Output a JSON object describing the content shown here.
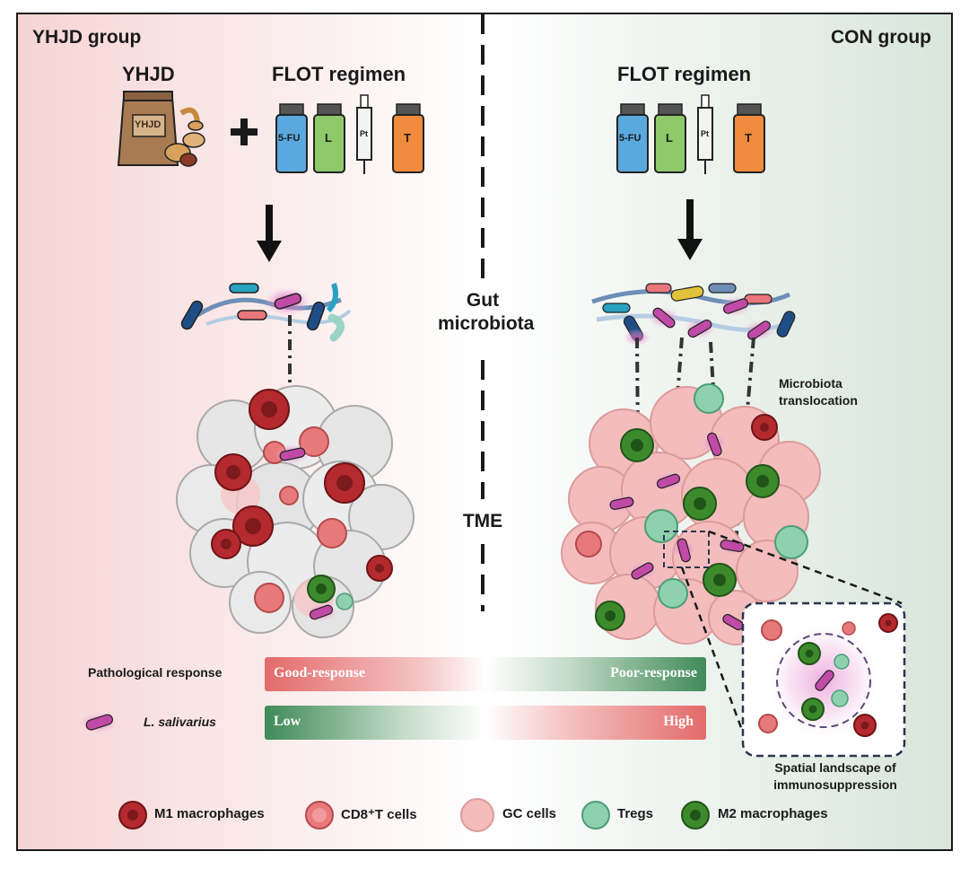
{
  "left_panel": {
    "title": "YHJD group",
    "herbal_label": "YHJD",
    "bag_label": "YHJD",
    "regimen_label": "FLOT regimen"
  },
  "right_panel": {
    "title": "CON group",
    "regimen_label": "FLOT regimen",
    "translocation_label": [
      "Microbiota",
      "translocation"
    ],
    "inset_caption": [
      "Spatial landscape of",
      "immunosuppression"
    ]
  },
  "vials": [
    "5-FU",
    "L",
    "Pt",
    "T"
  ],
  "center": {
    "microbiota_label": [
      "Gut",
      "microbiota"
    ],
    "tme_label": "TME"
  },
  "response_bars": {
    "pathological": {
      "label": "Pathological response",
      "left_text": "Good-response",
      "right_text": "Poor-response"
    },
    "l_salivarius": {
      "label": "L. salivarius",
      "left_text": "Low",
      "right_text": "High"
    }
  },
  "legend": [
    {
      "label": "M1 macrophages",
      "icon": "m1-macrophage-icon"
    },
    {
      "label": "CD8⁺T cells",
      "icon": "cd8-t-cell-icon"
    },
    {
      "label": "GC cells",
      "icon": "gc-cell-icon"
    },
    {
      "label": "Tregs",
      "icon": "treg-icon"
    },
    {
      "label": "M2 macrophages",
      "icon": "m2-macrophage-icon"
    }
  ],
  "colors": {
    "m1": "#b42a2e",
    "cd8": "#e8797b",
    "gc_cell": "#f4bcbc",
    "treg": "#8fd0ae",
    "m2": "#3d8a2c",
    "l_salivarius": "#c04aa6",
    "good_response": "#e36a6a",
    "poor_response": "#3f8a58"
  }
}
